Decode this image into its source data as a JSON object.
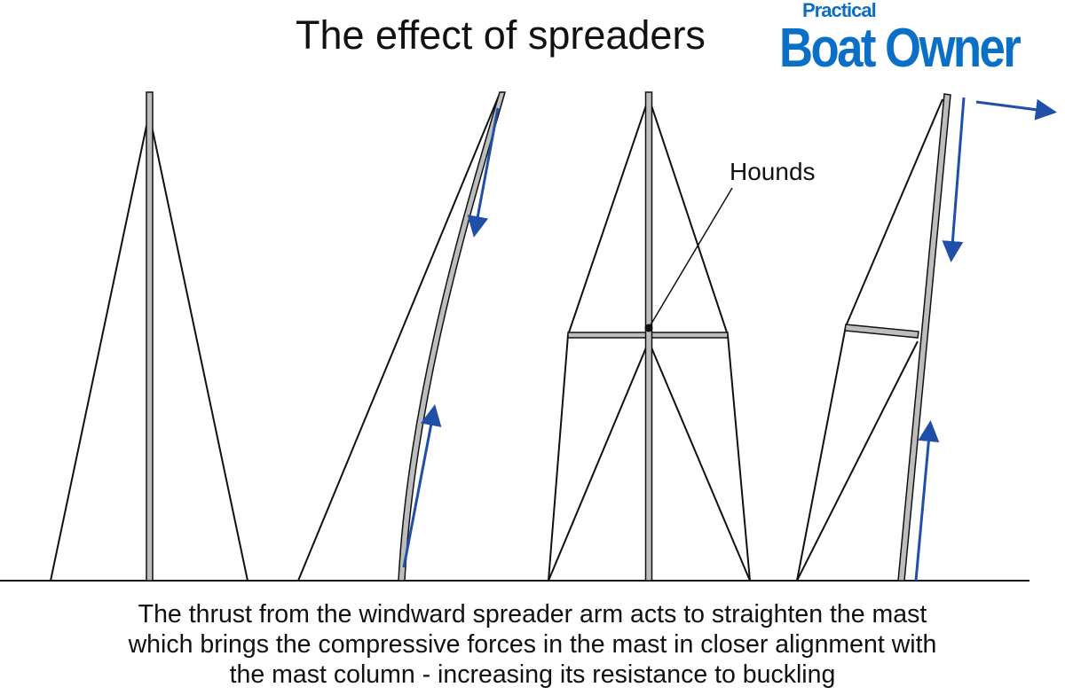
{
  "title": "The effect of spreaders",
  "logo": {
    "small": "Practical",
    "big": "Boat Owner"
  },
  "labels": {
    "hounds": "Hounds"
  },
  "caption": [
    "The thrust from the windward spreader arm acts to straighten the mast",
    "which brings the compressive forces in the mast in closer alignment with",
    "the mast column - increasing its resistance to buckling"
  ],
  "colors": {
    "arrow": "#1f4fa8",
    "mast": "#bdbdbd",
    "logo": "#0a6fc6"
  }
}
